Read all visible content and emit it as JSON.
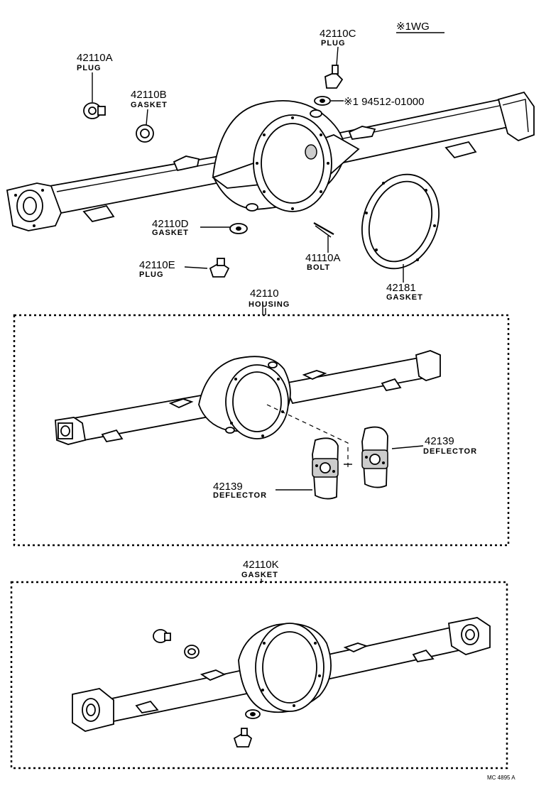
{
  "header": {
    "note": "※1WG"
  },
  "parts": {
    "plug_a": {
      "number": "42110A",
      "name": "PLUG"
    },
    "gasket_b": {
      "number": "42110B",
      "name": "GASKET"
    },
    "plug_c": {
      "number": "42110C",
      "name": "PLUG"
    },
    "ref_part": {
      "text": "※1 94512-01000"
    },
    "gasket_d": {
      "number": "42110D",
      "name": "GASKET"
    },
    "plug_e": {
      "number": "42110E",
      "name": "PLUG"
    },
    "bolt": {
      "number": "41110A",
      "name": "BOLT"
    },
    "gasket_181": {
      "number": "42181",
      "name": "GASKET"
    },
    "housing": {
      "number": "42110",
      "name": "HOUSING"
    },
    "deflector_right": {
      "number": "42139",
      "name": "DEFLECTOR"
    },
    "deflector_left": {
      "number": "42139",
      "name": "DEFLECTOR"
    },
    "gasket_kit": {
      "number": "42110K",
      "name": "GASKET"
    }
  },
  "footer": {
    "code": "MC 4895 A"
  }
}
